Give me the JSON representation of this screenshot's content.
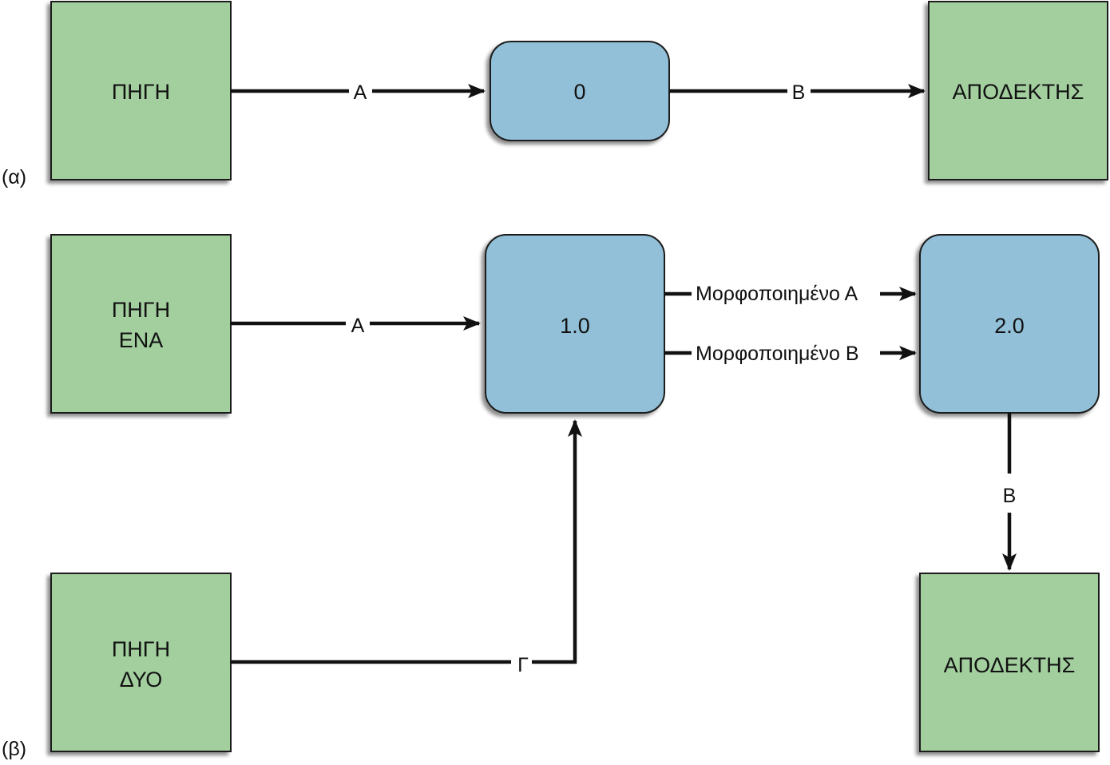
{
  "panels": {
    "a": {
      "label": "(α)",
      "source": {
        "line1": "ΠΗΓΗ"
      },
      "process": {
        "label": "0"
      },
      "sink": {
        "line1": "ΑΠΟΔΕΚΤΗΣ"
      },
      "flow_in": "Α",
      "flow_out": "Β"
    },
    "b": {
      "label": "(β)",
      "source_one": {
        "line1": "ΠΗΓΗ",
        "line2": "ΕΝΑ"
      },
      "source_two": {
        "line1": "ΠΗΓΗ",
        "line2": "ΔΥΟ"
      },
      "process_one": {
        "label": "1.0"
      },
      "process_two": {
        "label": "2.0"
      },
      "sink": {
        "line1": "ΑΠΟΔΕΚΤΗΣ"
      },
      "flow_a": "Α",
      "flow_c": "Γ",
      "flow_transformed_a": "Μορφοποιημένο Α",
      "flow_transformed_b": "Μορφοποιημένο Β",
      "flow_b": "Β"
    }
  },
  "colors": {
    "entity_fill": "#a3cf9f",
    "process_fill": "#92c0d8",
    "line": "#111111"
  }
}
